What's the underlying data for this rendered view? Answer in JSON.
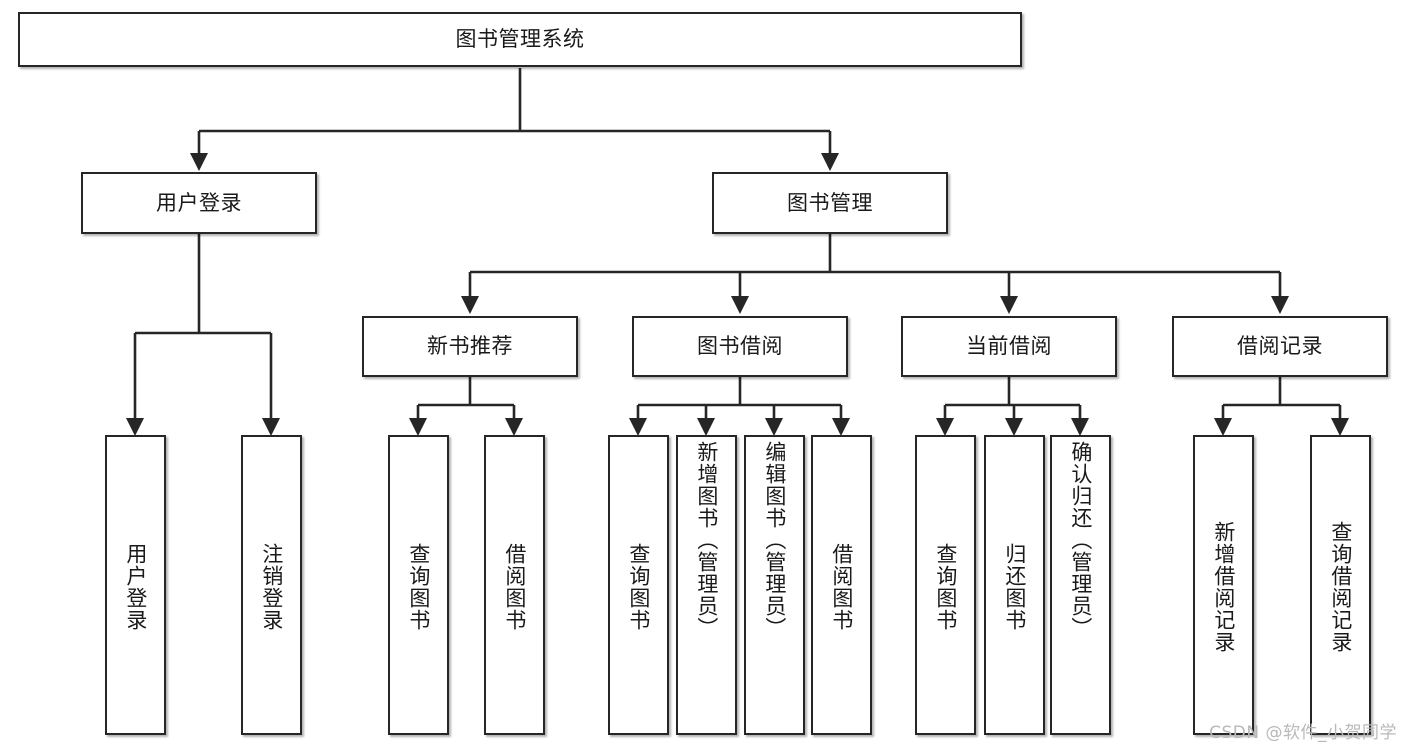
{
  "diagram": {
    "title": "图书管理系统",
    "type": "tree-hierarchy-diagram",
    "watermark": "CSDN @软件_小贺同学",
    "colors": {
      "background": "#ffffff",
      "box_border": "#262626",
      "box_fill": "#ffffff",
      "connector": "#262626",
      "text": "#1a1a1a",
      "watermark": "#b9b9b9"
    },
    "root": {
      "label": "图书管理系统"
    },
    "level2": [
      {
        "label": "用户登录"
      },
      {
        "label": "图书管理"
      }
    ],
    "level3": [
      {
        "label": "新书推荐"
      },
      {
        "label": "图书借阅"
      },
      {
        "label": "当前借阅"
      },
      {
        "label": "借阅记录"
      }
    ],
    "leaves": {
      "user_login": [
        {
          "label": "用户登录"
        },
        {
          "label": "注销登录"
        }
      ],
      "new_book_recommend": [
        {
          "label": "查询图书"
        },
        {
          "label": "借阅图书"
        }
      ],
      "book_borrow": [
        {
          "label": "查询图书"
        },
        {
          "label": "新增图书（管理员）"
        },
        {
          "label": "编辑图书（管理员）"
        },
        {
          "label": "借阅图书"
        }
      ],
      "current_borrow": [
        {
          "label": "查询图书"
        },
        {
          "label": "归还图书"
        },
        {
          "label": "确认归还（管理员）"
        }
      ],
      "borrow_record": [
        {
          "label": "新增借阅记录"
        },
        {
          "label": "查询借阅记录"
        }
      ]
    }
  }
}
